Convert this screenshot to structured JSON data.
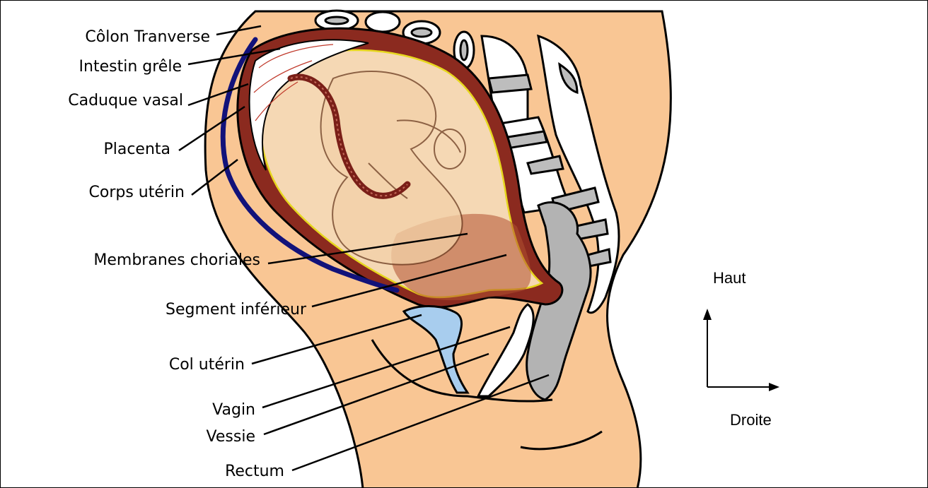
{
  "labels": {
    "colon_transverse": "Côlon Tranverse",
    "intestin_grele": "Intestin grêle",
    "caduque_vasal": "Caduque vasal",
    "placenta": "Placenta",
    "corps_uterin": "Corps utérin",
    "membranes_choriales": "Membranes choriales",
    "segment_inferieur": "Segment inférieur",
    "col_uterin": "Col utérin",
    "vagin": "Vagin",
    "vessie": "Vessie",
    "rectum": "Rectum"
  },
  "orientation": {
    "up": "Haut",
    "right": "Droite"
  },
  "colors": {
    "skin": "#f9c694",
    "uterus_wall": "#8b2a1f",
    "amniotic_fill": "#f5d8b4",
    "placenta_fill": "#b0502f",
    "bladder": "#a8cdee",
    "rectum": "#b3b3b3",
    "blue_line": "#12127a",
    "membrane_yellow": "#e6d71e"
  }
}
